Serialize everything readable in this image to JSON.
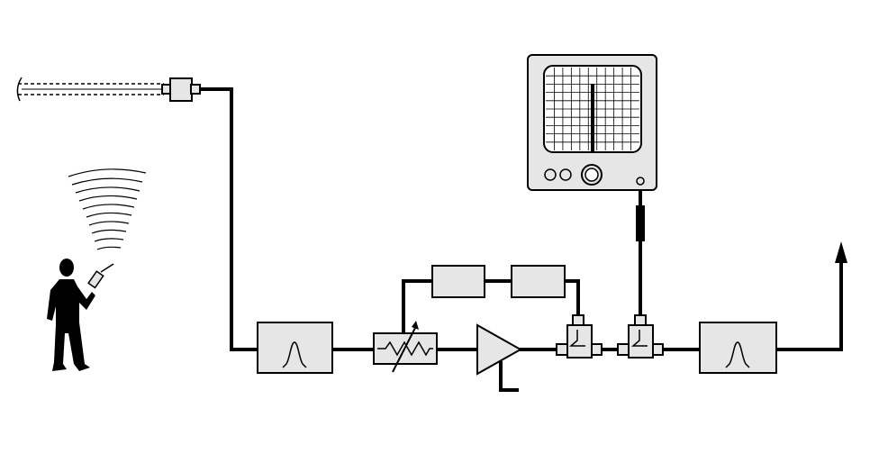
{
  "diagram": {
    "style": {
      "background": "#ffffff",
      "line": "#000000",
      "box_fill": "#e6e6e6",
      "screen_fill": "#ffffff"
    },
    "components": [
      {
        "name": "cable-antenna-icon"
      },
      {
        "name": "cable-connector-icon"
      },
      {
        "name": "person-with-radio-icon"
      },
      {
        "name": "radio-waves-icon"
      },
      {
        "name": "bandpass-filter-input"
      },
      {
        "name": "variable-attenuator"
      },
      {
        "name": "feedback-box-1"
      },
      {
        "name": "feedback-box-2"
      },
      {
        "name": "amplifier-icon"
      },
      {
        "name": "directional-coupler-1"
      },
      {
        "name": "directional-coupler-2"
      },
      {
        "name": "spectrum-analyzer-icon"
      },
      {
        "name": "probe-cable"
      },
      {
        "name": "bandpass-filter-output"
      },
      {
        "name": "output-arrow-icon"
      }
    ]
  }
}
